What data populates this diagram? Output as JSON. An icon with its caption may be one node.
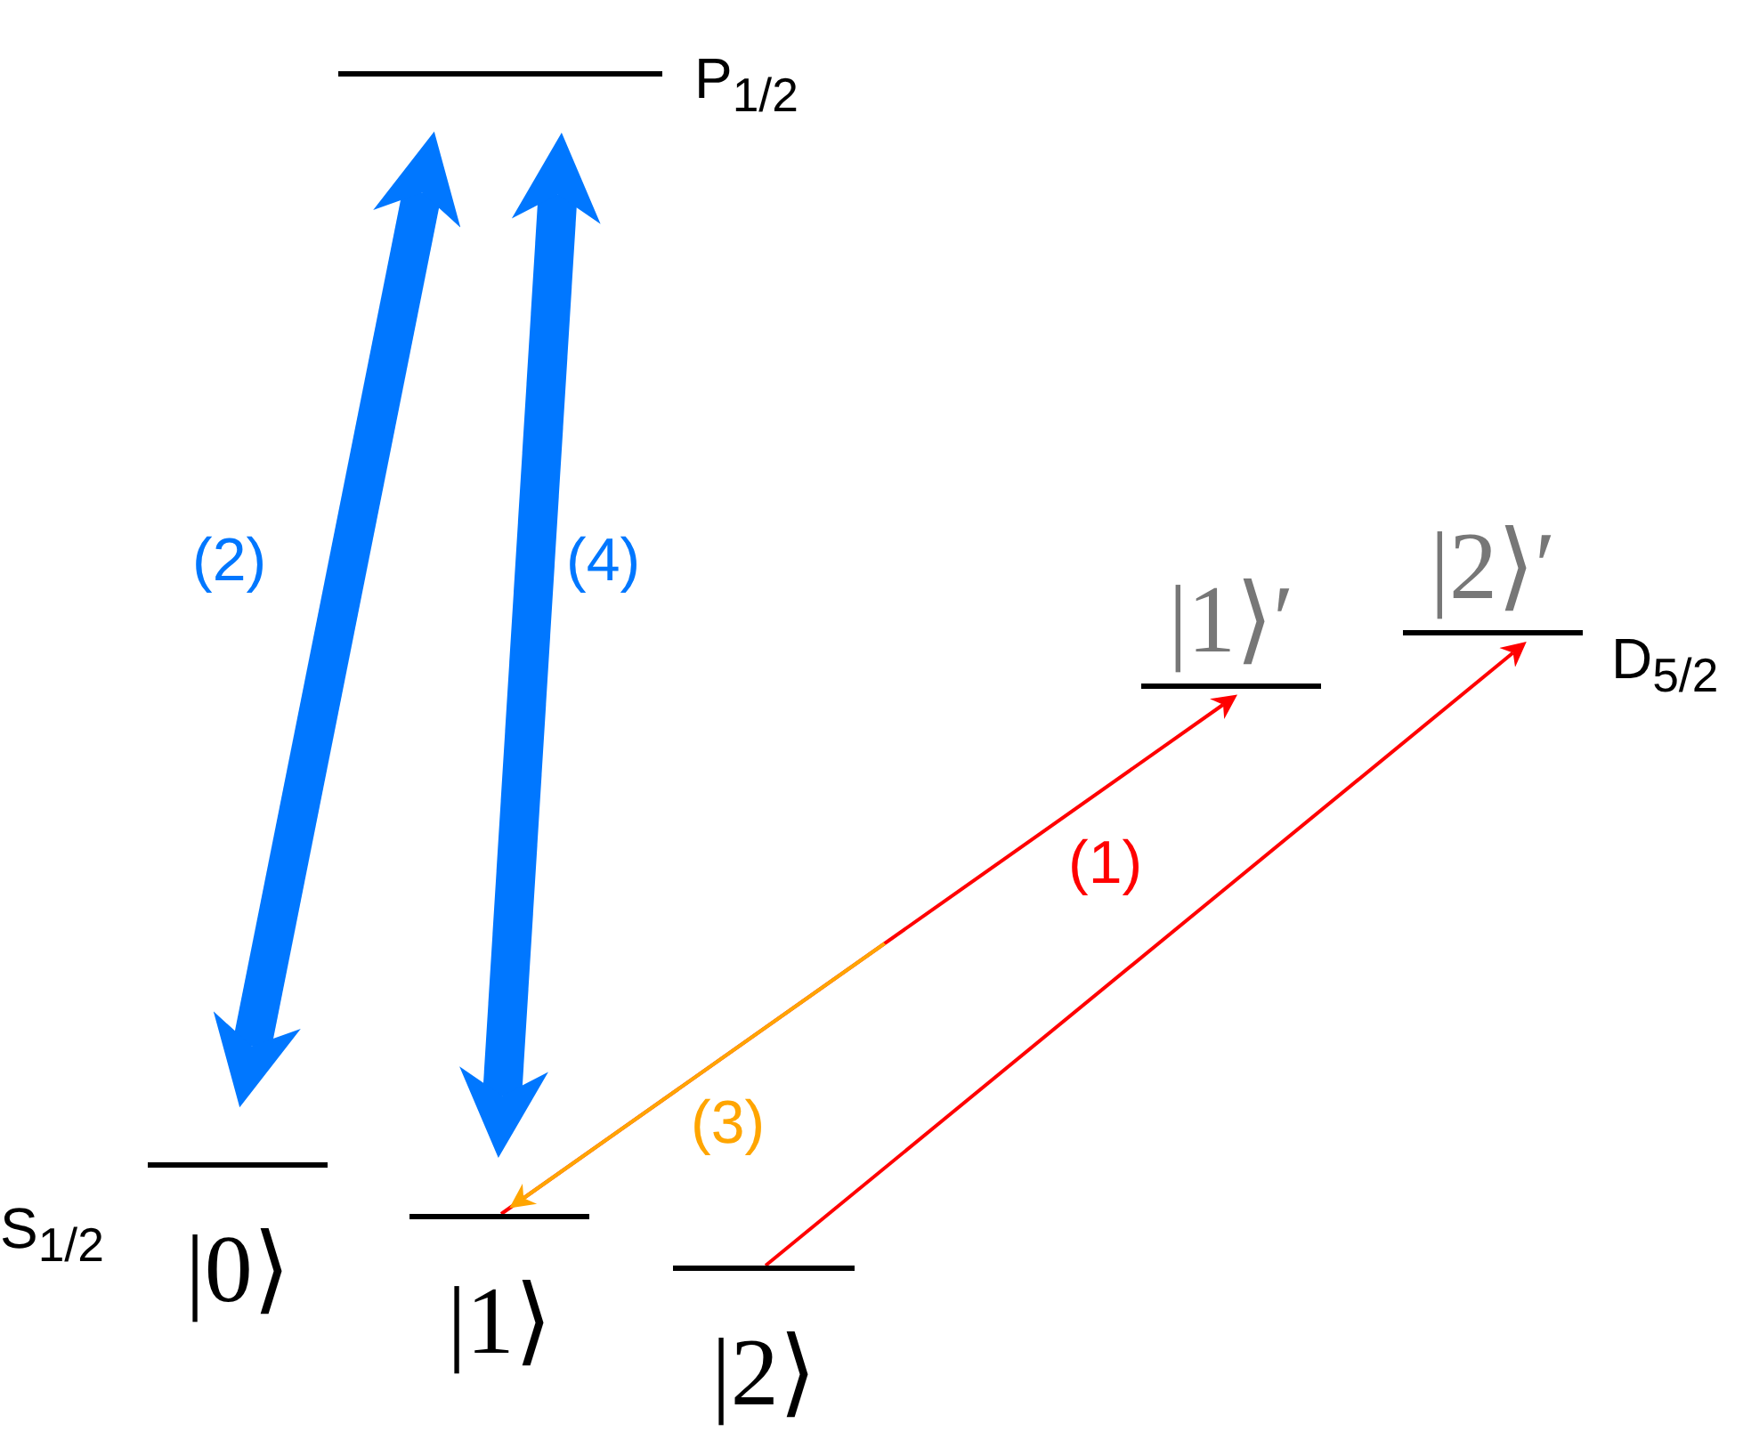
{
  "diagram": {
    "nodes": [
      {
        "text": [],
        "shape": "bar",
        "beside": [
          "P$_{1/2}$"
        ]
      },
      {
        "text": [
          "|0⟩"
        ],
        "beside": [
          "S$_{1/2}$"
        ]
      },
      {
        "text": [
          "|1⟩"
        ]
      },
      {
        "text": [
          "|2⟩"
        ]
      },
      {
        "text": [
          "|1⟩′"
        ]
      },
      {
        "text": [
          "|2⟩′"
        ],
        "beside": [
          "D$_{5/2}$"
        ]
      }
    ],
    "edges": [
      {
        "from": 1,
        "to": 0,
        "arrow": "both",
        "label": "(2)",
        "style": "thick",
        "color": "#0077ff"
      },
      {
        "from": 2,
        "to": 0,
        "arrow": "both",
        "label": "(4)",
        "style": "thick",
        "color": "#0077ff"
      },
      {
        "from": 2,
        "to": 4,
        "arrow": "to",
        "color": "#ff0000"
      },
      {
        "from": 4,
        "to": 2,
        "arrow": "to",
        "label": "(3)",
        "color": "#ffa500"
      },
      {
        "from": 3,
        "to": 5,
        "arrow": "to",
        "label": "(1)",
        "color": "#ff0000"
      }
    ]
  }
}
